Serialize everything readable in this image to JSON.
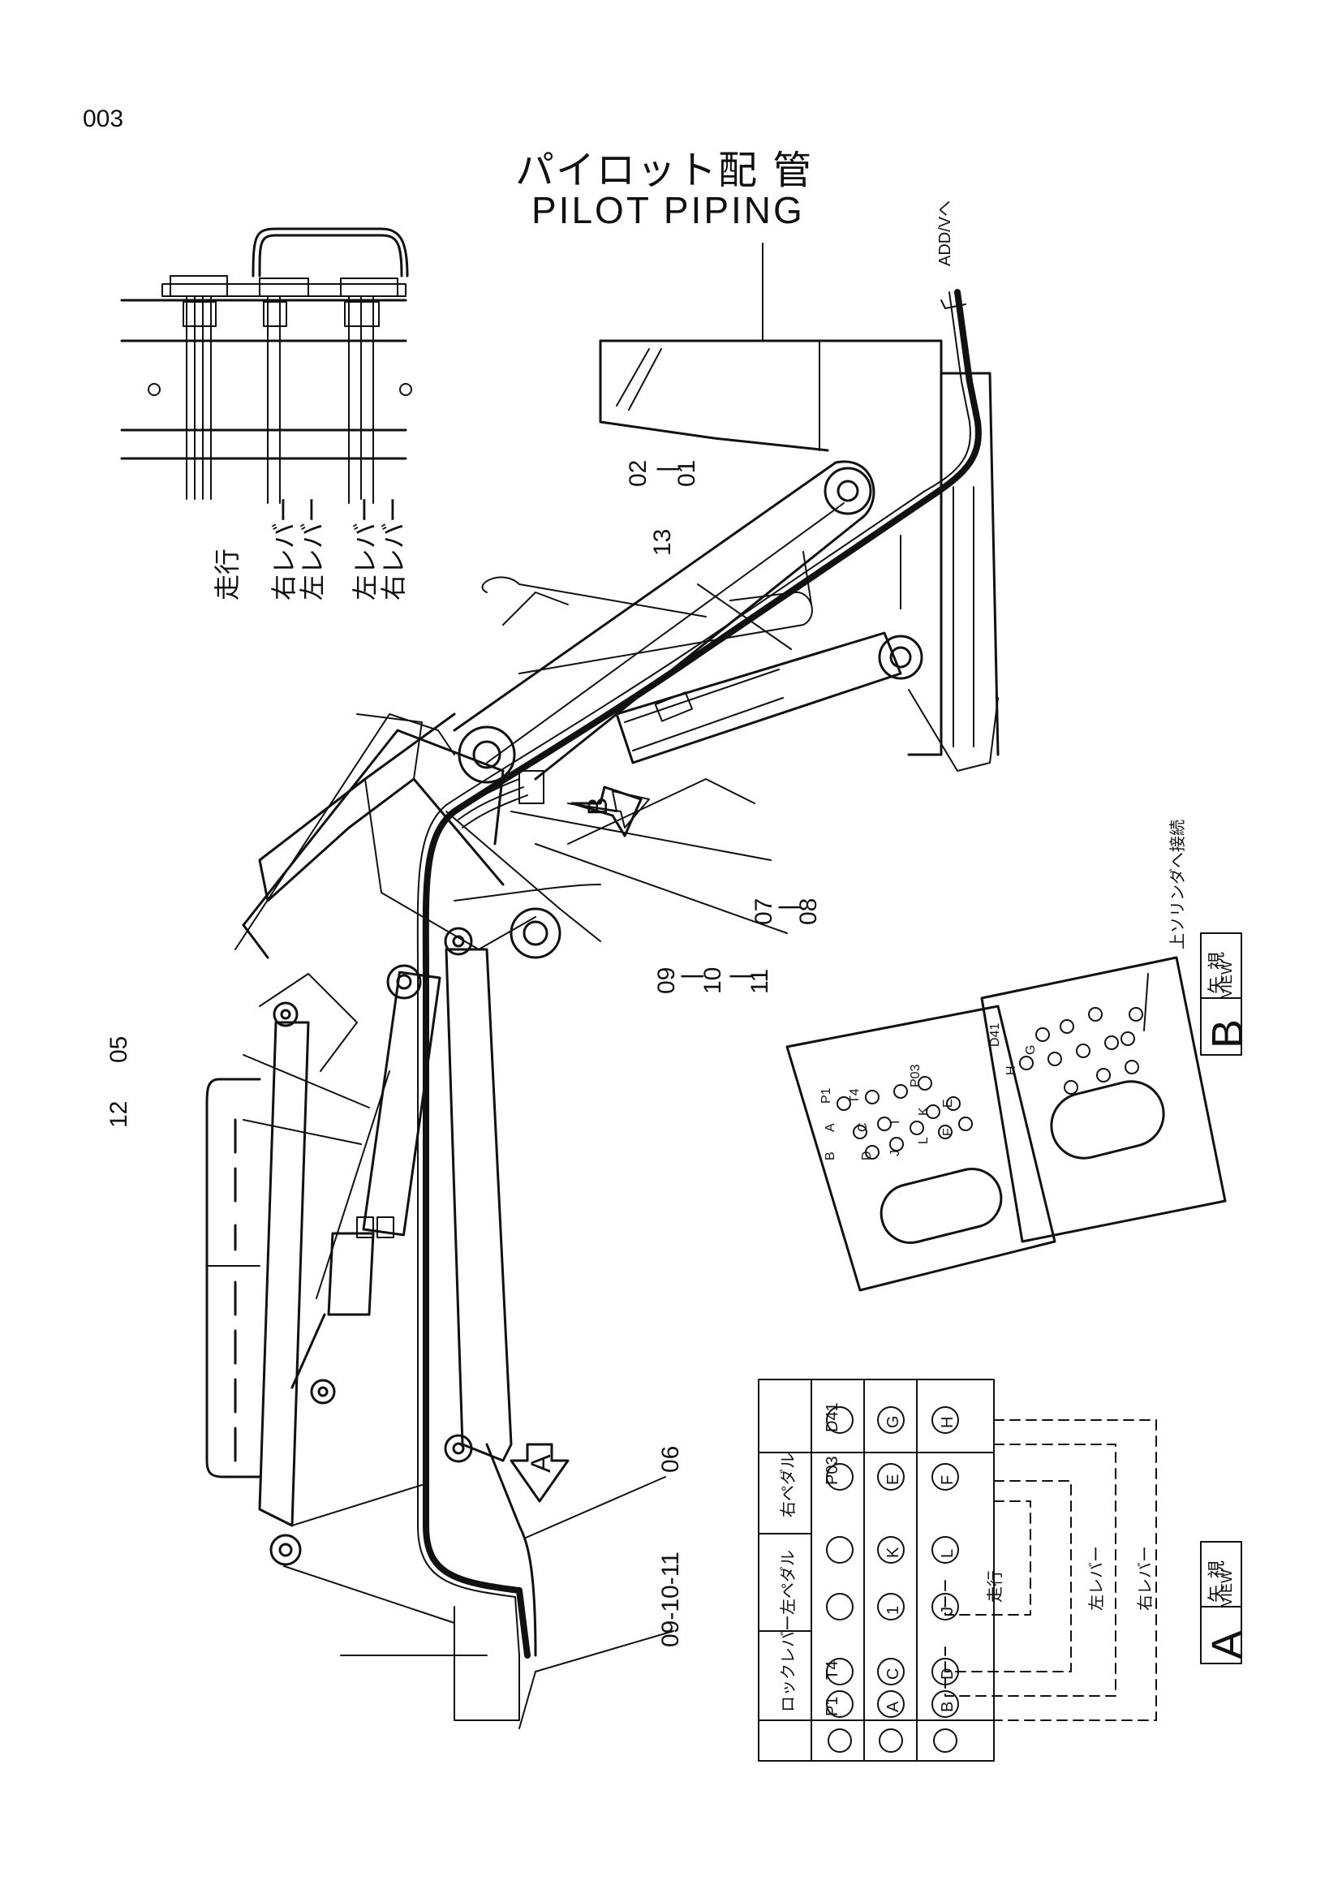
{
  "page_number": "003",
  "title_jp": "パイロット配 管",
  "title_en": "PILOT  PIPING",
  "to_valve_label": "ADD/Vへ",
  "top_view_labels": {
    "travel": "走行",
    "right_lever_1": "右レバー",
    "left_lever_1": "左レバー",
    "left_lever_2": "左レバー",
    "right_lever_2": "右レバー"
  },
  "callouts": {
    "c02_01": [
      "02",
      "|",
      "01"
    ],
    "c13": "13",
    "c07_08": [
      "07",
      "|",
      "08"
    ],
    "c09_10_11": [
      "09",
      "|",
      "10",
      "|",
      "11"
    ],
    "c05": "05",
    "c12": "12",
    "c06": "06",
    "c09_10_11_inline": "09-10-11"
  },
  "arrow_a": "A",
  "arrow_b": "B",
  "view_b": {
    "kanji": [
      "矢",
      "視"
    ],
    "view": "VIEW",
    "letter": "B",
    "note": "上ソリンダへ接続",
    "ports_left": [
      "P1",
      "T4",
      "A",
      "B",
      "C",
      "D",
      "J",
      "I",
      "K",
      "L",
      "E",
      "F",
      "P03"
    ],
    "ports_right": [
      "H",
      "G",
      "D41"
    ]
  },
  "view_a": {
    "kanji": [
      "矢",
      "視"
    ],
    "view": "VIEW",
    "letter": "A",
    "groups": [
      "ロックレバー",
      "左ペダル",
      "右ペダル"
    ],
    "top_row": [
      "P1",
      "T4",
      "",
      "",
      "P03",
      "D41"
    ],
    "mid_row": [
      "A",
      "C",
      "1",
      "K",
      "E",
      "G"
    ],
    "bot_row": [
      "B",
      "D",
      "J",
      "L",
      "F",
      "H"
    ],
    "travel": "走行",
    "left_lever": "左レバー",
    "right_lever": "右レバー"
  }
}
